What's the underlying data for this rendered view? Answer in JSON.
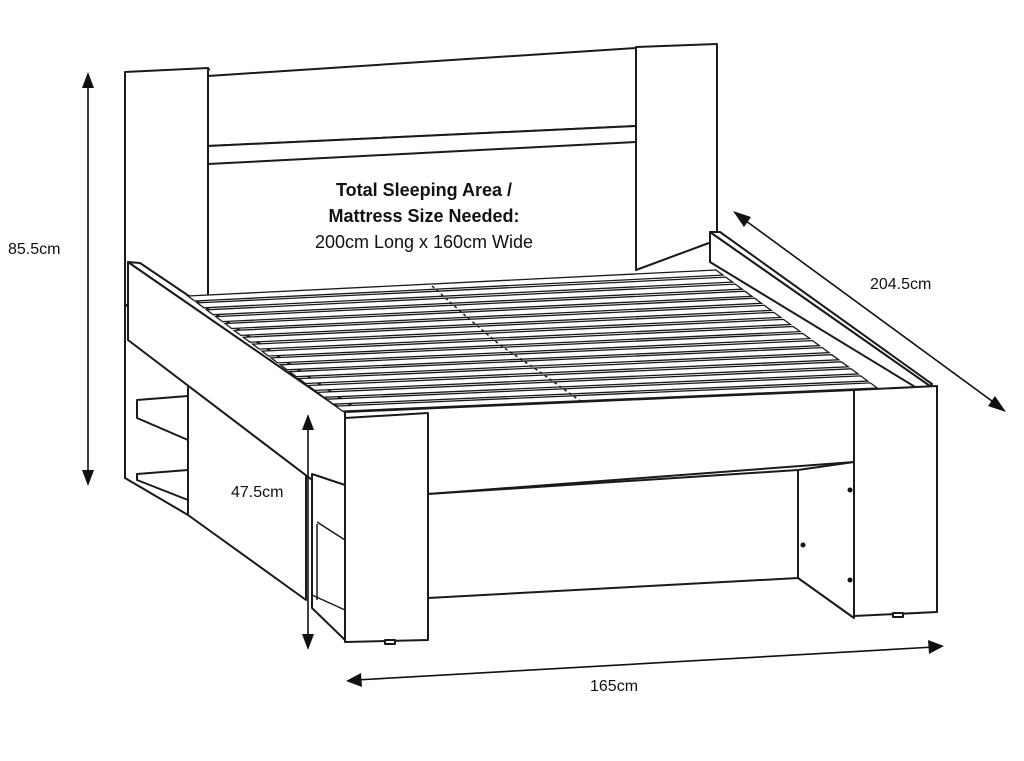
{
  "labels": {
    "title_line1": "Total Sleeping Area /",
    "title_line2": "Mattress Size Needed:",
    "title_line3": "200cm Long x 160cm Wide"
  },
  "dimensions": {
    "height": "85.5cm",
    "length": "204.5cm",
    "side_height": "47.5cm",
    "width": "165cm"
  }
}
